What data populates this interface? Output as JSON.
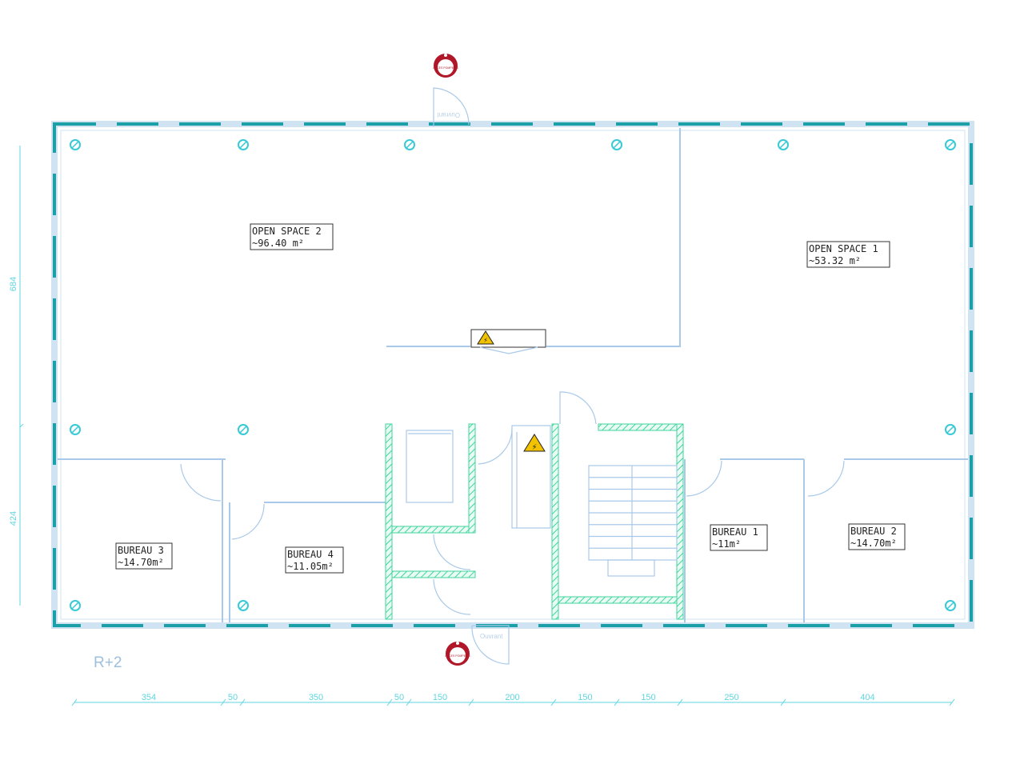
{
  "plan": {
    "level": "R+2",
    "colors": {
      "outer_wall": "#1aa0a6",
      "inner_wall": "#a9c9ea",
      "stair_hatch": "#3fd69c",
      "dimension": "#5fd6e0",
      "fire_access": "#b0182a",
      "warning": "#f2c200"
    },
    "rooms": [
      {
        "name": "OPEN SPACE 2",
        "area": "~96.40 m²"
      },
      {
        "name": "OPEN SPACE 1",
        "area": "~53.32 m²"
      },
      {
        "name": "BUREAU 3",
        "area": "~14.70m²"
      },
      {
        "name": "BUREAU 4",
        "area": "~11.05m²"
      },
      {
        "name": "BUREAU 1",
        "area": "~11m²"
      },
      {
        "name": "BUREAU 2",
        "area": "~14.70m²"
      }
    ],
    "doors": {
      "top": "Ouvrant",
      "bottom": "Ouvrant"
    },
    "fire_access_label": "ACCES POMPIERS",
    "icons": [
      "fire-access-tag-icon",
      "electrical-hazard-icon",
      "column-icon",
      "staircase-icon"
    ],
    "dimensions_horizontal": [
      "354",
      "50",
      "350",
      "50",
      "150",
      "200",
      "150",
      "150",
      "250",
      "404"
    ],
    "dimensions_vertical": [
      "684",
      "424"
    ]
  }
}
